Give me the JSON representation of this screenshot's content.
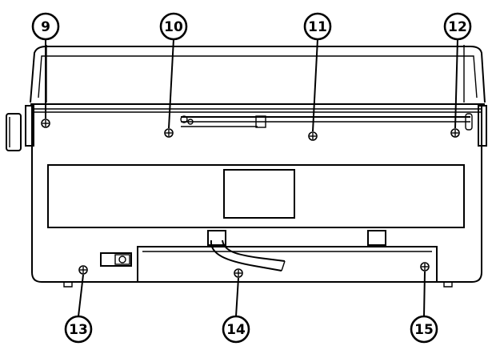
{
  "figure": {
    "ink_color": "#000000",
    "paper_color": "#ffffff",
    "callouts": [
      {
        "id": "c9",
        "label": "9",
        "screw_icon": "screw-icon"
      },
      {
        "id": "c10",
        "label": "10",
        "screw_icon": "screw-icon"
      },
      {
        "id": "c11",
        "label": "11",
        "screw_icon": "screw-icon"
      },
      {
        "id": "c12",
        "label": "12",
        "screw_icon": "screw-icon"
      },
      {
        "id": "c13",
        "label": "13",
        "screw_icon": "screw-icon"
      },
      {
        "id": "c14",
        "label": "14",
        "screw_icon": "screw-icon"
      },
      {
        "id": "c15",
        "label": "15",
        "screw_icon": "screw-icon"
      }
    ]
  }
}
